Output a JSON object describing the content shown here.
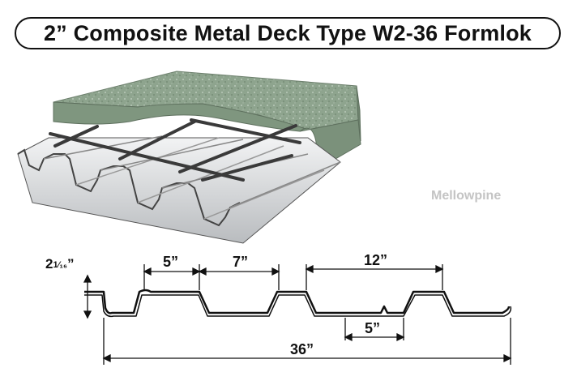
{
  "title": "2” Composite Metal Deck Type W2-36 Formlok",
  "watermark": "Mellowpine",
  "dimensions": {
    "depth_whole": "2",
    "depth_fraction": "1⁄₁₆",
    "depth_unit": "”",
    "top_flange": "5”",
    "top_gap": "7”",
    "pitch": "12”",
    "bottom_flange": "5”",
    "coverage_width": "36”"
  },
  "colors": {
    "concrete": "#8ea48e",
    "deck_metal": "#d6d8da",
    "rebar": "#3a3a3a",
    "outline": "#111111"
  }
}
